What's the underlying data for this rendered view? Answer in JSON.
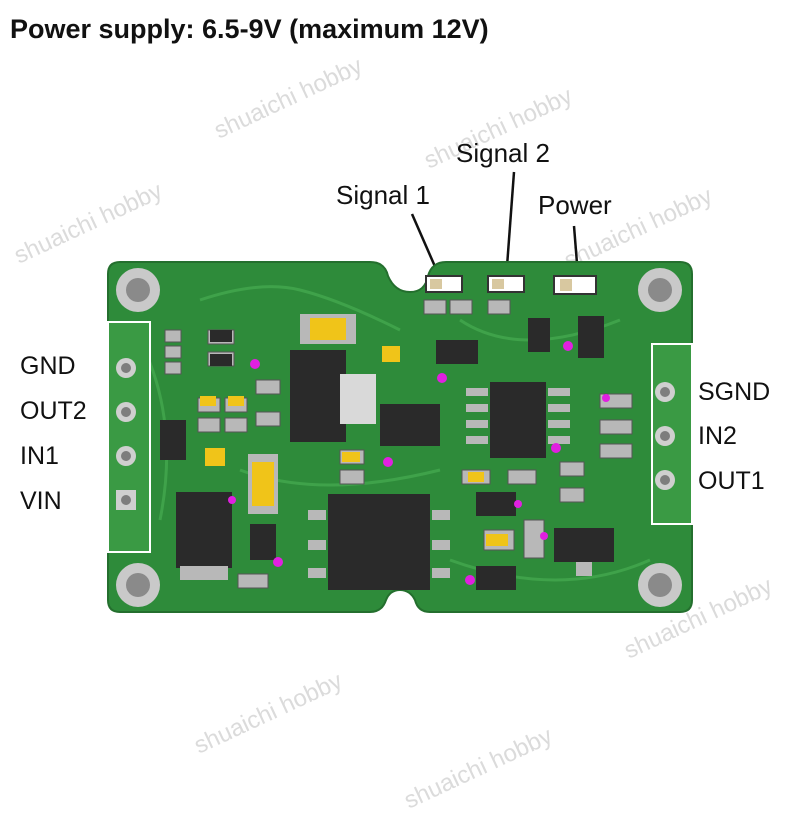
{
  "title": "Power supply: 6.5-9V (maximum 12V)",
  "leds": {
    "signal1": "Signal 1",
    "signal2": "Signal 2",
    "power": "Power"
  },
  "left_pins": [
    "GND",
    "OUT2",
    "IN1",
    "VIN"
  ],
  "right_pins": [
    "SGND",
    "IN2",
    "OUT1"
  ],
  "watermark": "shuaichi hobby",
  "colors": {
    "pcb": "#2e8b3a",
    "pcb_light": "#3fa24a",
    "pad": "#b8b8b8",
    "chip": "#2a2a2a",
    "marker": "#e020e0"
  }
}
